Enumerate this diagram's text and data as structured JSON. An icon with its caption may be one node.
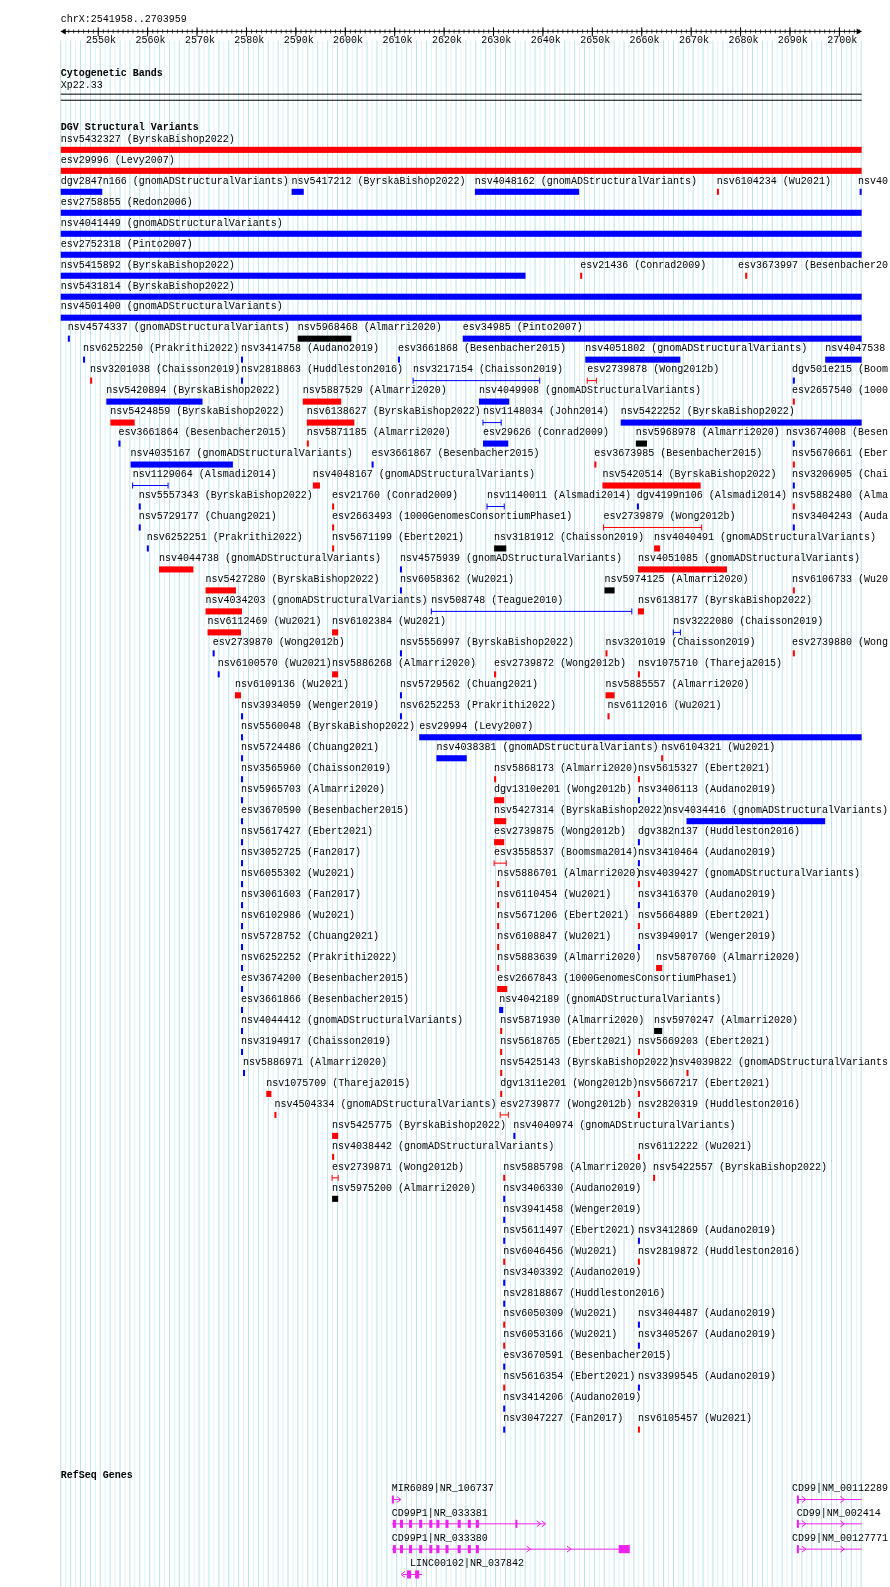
{
  "diagram": {
    "labels": [
      "chrX:2541958..2703959",
      "2550k",
      "2560k",
      "2570k",
      "2580k",
      "2590k",
      "2600k",
      "2610k",
      "2620k",
      "2630k",
      "2640k",
      "2650k",
      "2660k",
      "2670k",
      "2680k",
      "2690k",
      "2700k",
      "Cytogenetic Bands",
      "Xp22.33",
      "DGV Structural Variants",
      "nsv5432327 (ByrskaBishop2022)",
      "esv29996 (Levy2007)",
      "dgv2847n166 (gnomADStructuralVariants)",
      "nsv5417212 (ByrskaBishop2022)",
      "nsv4048162 (gnomADStructuralVariants)",
      "nsv6104234 (Wu2021)",
      "nsv40",
      "esv2758855 (Redon2006)",
      "nsv4041449 (gnomADStructuralVariants)",
      "esv2752318 (Pinto2007)",
      "nsv5415892 (ByrskaBishop2022)",
      "esv21436 (Conrad2009)",
      "esv3673997 (Besenbacher20",
      "nsv5431814 (ByrskaBishop2022)",
      "nsv4501400 (gnomADStructuralVariants)",
      "nsv4574337 (gnomADStructuralVariants)",
      "nsv5968468 (Almarri2020)",
      "esv34985 (Pinto2007)",
      "nsv6252250 (Prakrithi2022)",
      "nsv3414758 (Audano2019)",
      "esv3661868 (Besenbacher2015)",
      "nsv4051802 (gnomADStructuralVariants)",
      "nsv4047538",
      "nsv3201038 (Chaisson2019)",
      "nsv2818863 (Huddleston2016)",
      "nsv3217154 (Chaisson2019)",
      "esv2739878 (Wong2012b)",
      "dgv501e215 (Boom",
      "nsv5420894 (ByrskaBishop2022)",
      "nsv5887529 (Almarri2020)",
      "nsv4049908 (gnomADStructuralVariants)",
      "esv2657540 (1000",
      "nsv5424859 (ByrskaBishop2022)",
      "nsv6138627 (ByrskaBishop2022)",
      "nsv1148034 (John2014)",
      "nsv5422252 (ByrskaBishop2022)",
      "esv3661864 (Besenbacher2015)",
      "nsv5871185 (Almarri2020)",
      "esv29626 (Conrad2009)",
      "nsv5968978 (Almarri2020)",
      "nsv3674008 (Besen",
      "nsv4035167 (gnomADStructuralVariants)",
      "esv3661867 (Besenbacher2015)",
      "esv3673985 (Besenbacher2015)",
      "nsv5670661 (Eber",
      "nsv1129064 (Alsmadi2014)",
      "nsv4048167 (gnomADStructuralVariants)",
      "nsv5420514 (ByrskaBishop2022)",
      "nsv3206905 (Chai",
      "nsv5557343 (ByrskaBishop2022)",
      "esv21760 (Conrad2009)",
      "nsv1140011 (Alsmadi2014)",
      "dgv4199n106 (Alsmadi2014)",
      "nsv5882480 (Alma",
      "nsv5729177 (Chuang2021)",
      "esv2663493 (1000GenomesConsortiumPhase1)",
      "esv2739879 (Wong2012b)",
      "nsv3404243 (Auda",
      "nsv6252251 (Prakrithi2022)",
      "nsv5671199 (Ebert2021)",
      "nsv3181912 (Chaisson2019)",
      "nsv4040491 (gnomADStructuralVariants)",
      "nsv4044738 (gnomADStructuralVariants)",
      "nsv4575939 (gnomADStructuralVariants)",
      "nsv4051085 (gnomADStructuralVariants)",
      "nsv5427280 (ByrskaBishop2022)",
      "nsv6058362 (Wu2021)",
      "nsv5974125 (Almarri2020)",
      "nsv6106733 (Wu20",
      "nsv4034203 (gnomADStructuralVariants)",
      "nsv508748 (Teague2010)",
      "nsv6138177 (ByrskaBishop2022)",
      "nsv6112469 (Wu2021)",
      "nsv6102384 (Wu2021)",
      "nsv3222080 (Chaisson2019)",
      "esv2739870 (Wong2012b)",
      "nsv5556997 (ByrskaBishop2022)",
      "nsv3201019 (Chaisson2019)",
      "esv2739880 (Wong",
      "nsv6100570 (Wu2021)",
      "nsv5886268 (Almarri2020)",
      "esv2739872 (Wong2012b)",
      "nsv1075710 (Thareja2015)",
      "nsv6109136 (Wu2021)",
      "nsv5729562 (Chuang2021)",
      "nsv5885557 (Almarri2020)",
      "nsv3934059 (Wenger2019)",
      "nsv6252253 (Prakrithi2022)",
      "nsv6112016 (Wu2021)",
      "nsv5560048 (ByrskaBishop2022)",
      "esv29994 (Levy2007)",
      "nsv5724486 (Chuang2021)",
      "nsv4038381 (gnomADStructuralVariants)",
      "nsv6104321 (Wu2021)",
      "nsv3565960 (Chaisson2019)",
      "nsv5868173 (Almarri2020)",
      "nsv5615327 (Ebert2021)",
      "nsv5965703 (Almarri2020)",
      "dgv1310e201 (Wong2012b)",
      "nsv3406113 (Audano2019)",
      "esv3670590 (Besenbacher2015)",
      "nsv5427314 (ByrskaBishop2022)",
      "nsv4034416 (gnomADStructuralVariants)",
      "nsv5617427 (Ebert2021)",
      "esv2739875 (Wong2012b)",
      "dgv382n137 (Huddleston2016)",
      "nsv3052725 (Fan2017)",
      "esv3558537 (Boomsma2014)",
      "nsv3410464 (Audano2019)",
      "nsv6055302 (Wu2021)",
      "nsv5886701 (Almarri2020)",
      "nsv4039427 (gnomADStructuralVariants)",
      "nsv3061603 (Fan2017)",
      "nsv6110454 (Wu2021)",
      "nsv3416370 (Audano2019)",
      "nsv6102986 (Wu2021)",
      "nsv5671206 (Ebert2021)",
      "nsv5664889 (Ebert2021)",
      "nsv5728752 (Chuang2021)",
      "nsv6108847 (Wu2021)",
      "nsv3949017 (Wenger2019)",
      "nsv6252252 (Prakrithi2022)",
      "nsv5883639 (Almarri2020)",
      "nsv5870760 (Almarri2020)",
      "esv3674200 (Besenbacher2015)",
      "esv2667843 (1000GenomesConsortiumPhase1)",
      "esv3661866 (Besenbacher2015)",
      "nsv4042189 (gnomADStructuralVariants)",
      "nsv4044412 (gnomADStructuralVariants)",
      "nsv5871930 (Almarri2020)",
      "nsv5970247 (Almarri2020)",
      "nsv3194917 (Chaisson2019)",
      "nsv5618765 (Ebert2021)",
      "nsv5669203 (Ebert2021)",
      "nsv5886971 (Almarri2020)",
      "nsv5425143 (ByrskaBishop2022)",
      "nsv4039822 (gnomADStructuralVariants",
      "nsv1075709 (Thareja2015)",
      "dgv1311e201 (Wong2012b)",
      "nsv5667217 (Ebert2021)",
      "nsv4504334 (gnomADStructuralVariants)",
      "esv2739877 (Wong2012b)",
      "nsv2820319 (Huddleston2016)",
      "nsv5425775 (ByrskaBishop2022)",
      "nsv4040974 (gnomADStructuralVariants)",
      "nsv4038442 (gnomADStructuralVariants)",
      "nsv6112222 (Wu2021)",
      "esv2739871 (Wong2012b)",
      "nsv5885798 (Almarri2020)",
      "nsv5422557 (ByrskaBishop2022)",
      "nsv5975200 (Almarri2020)",
      "nsv3406330 (Audano2019)",
      "nsv3941458 (Wenger2019)",
      "nsv5611497 (Ebert2021)",
      "nsv3412869 (Audano2019)",
      "nsv6046456 (Wu2021)",
      "nsv2819872 (Huddleston2016)",
      "nsv3403392 (Audano2019)",
      "nsv2818867 (Huddleston2016)",
      "nsv6050309 (Wu2021)",
      "nsv3404487 (Audano2019)",
      "nsv6053166 (Wu2021)",
      "nsv3405267 (Audano2019)",
      "esv3670591 (Besenbacher2015)",
      "nsv5616354 (Ebert2021)",
      "nsv3399545 (Audano2019)",
      "nsv3414206 (Audano2019)",
      "nsv3047227 (Fan2017)",
      "nsv6105457 (Wu2021)",
      "RefSeq Genes",
      "MIR6089|NR_106737",
      "CD99|NM_00112289",
      "CD99P1|NR_033381",
      "CD99|NM_002414",
      "CD99P1|NR_033380",
      "CD99|NM_00127771",
      "LINC00102|NR_037842"
    ]
  }
}
